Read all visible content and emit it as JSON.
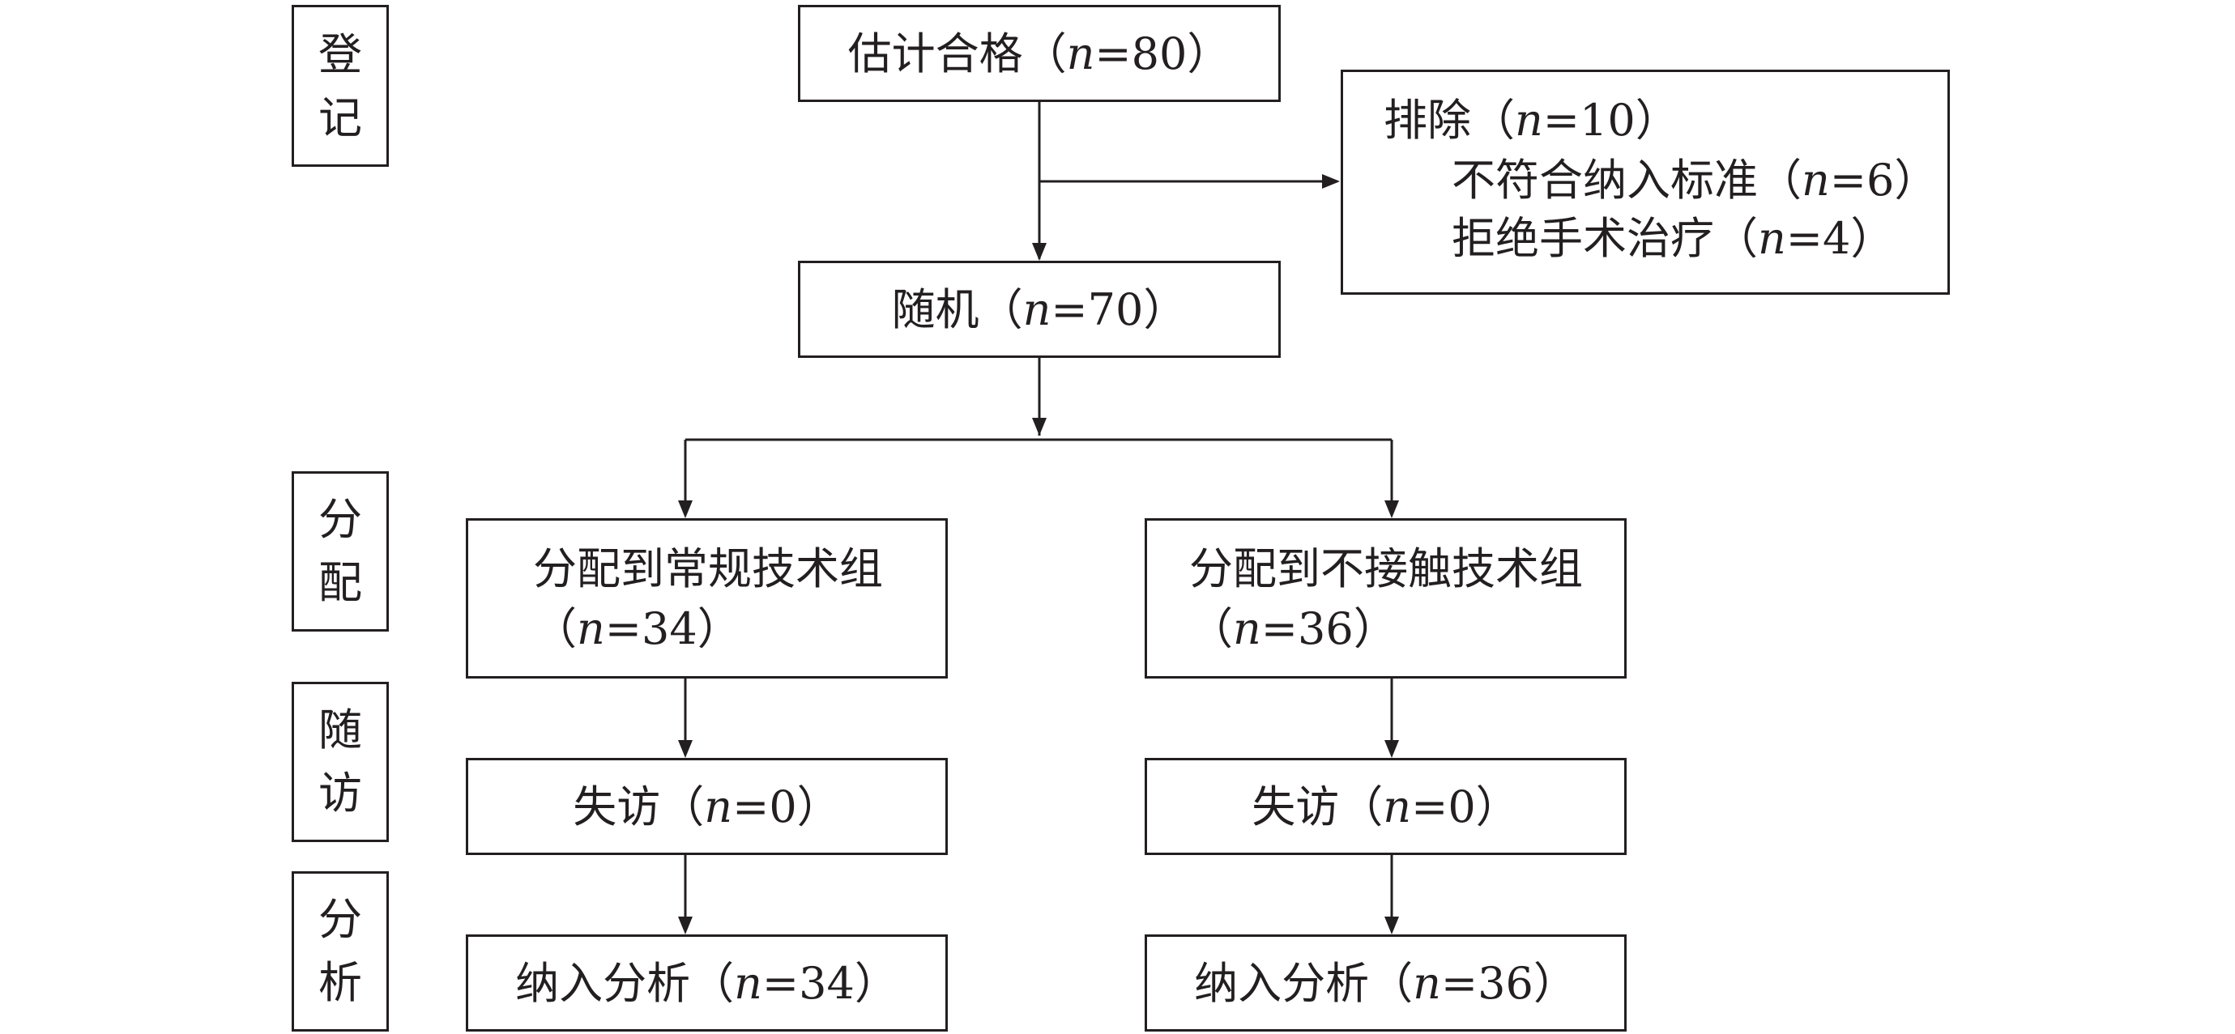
{
  "stages": {
    "enrollment": [
      "登",
      "记"
    ],
    "allocation": [
      "分",
      "配"
    ],
    "followup": [
      "随",
      "访"
    ],
    "analysis": [
      "分",
      "析"
    ]
  },
  "assessed": {
    "label": "估计合格（",
    "n": "n",
    "value": "=80）"
  },
  "excluded": {
    "title": {
      "label": "排除（",
      "n": "n",
      "value": "=10）"
    },
    "reason1": {
      "label": "不符合纳入标准（",
      "n": "n",
      "value": "=6）"
    },
    "reason2": {
      "label": "拒绝手术治疗（",
      "n": "n",
      "value": "=4）"
    }
  },
  "randomized": {
    "label": "随机（",
    "n": "n",
    "value": "=70）"
  },
  "left": {
    "allocation": {
      "line1": "分配到常规技术组",
      "open": "（",
      "n": "n",
      "value": "=34）"
    },
    "lost": {
      "label": "失访（",
      "n": "n",
      "value": "=0）"
    },
    "analysed": {
      "label": "纳入分析（",
      "n": "n",
      "value": "=34）"
    }
  },
  "right": {
    "allocation": {
      "line1": "分配到不接触技术组",
      "open": "（",
      "n": "n",
      "value": "=36）"
    },
    "lost": {
      "label": "失访（",
      "n": "n",
      "value": "=0）"
    },
    "analysed": {
      "label": "纳入分析（",
      "n": "n",
      "value": "=36）"
    }
  },
  "colors": {
    "line": "#231f20",
    "background": "#ffffff"
  }
}
